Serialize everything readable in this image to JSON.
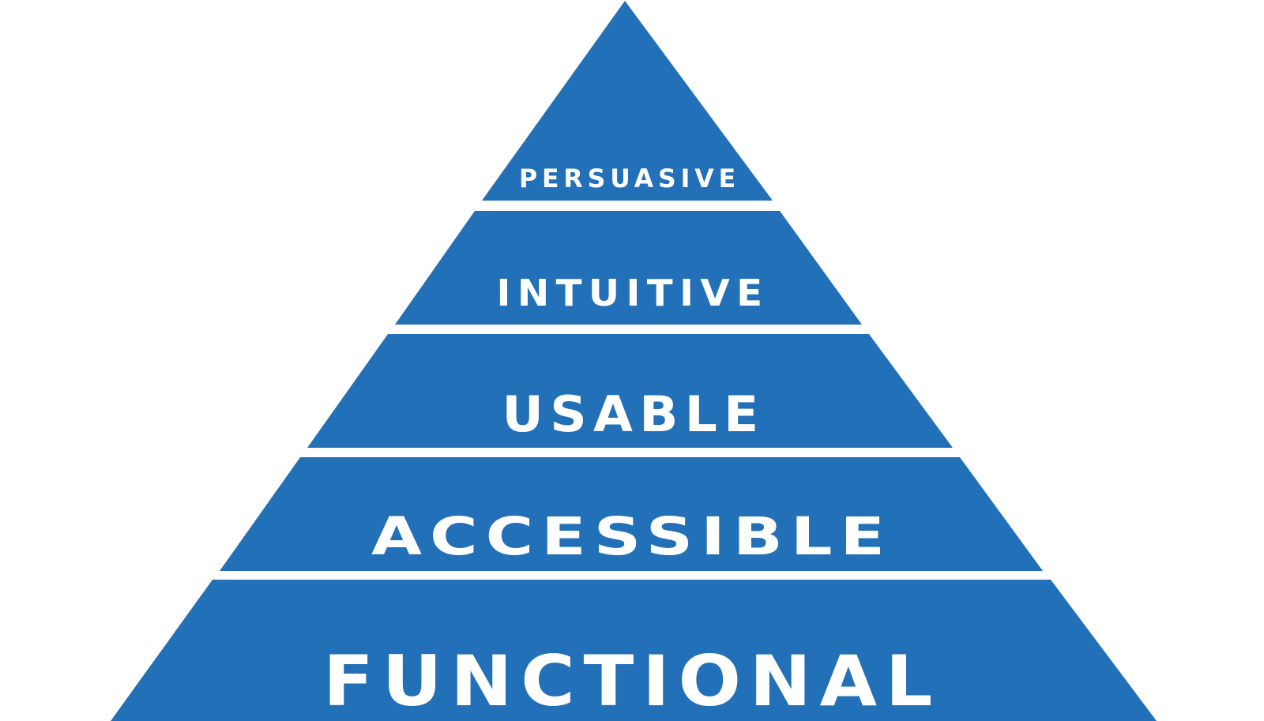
{
  "diagram": {
    "colors": {
      "tier_fill": "#2270b7",
      "label": "#ffffff",
      "background": "#ffffff"
    },
    "tiers": [
      {
        "label": "PERSUASIVE"
      },
      {
        "label": "INTUITIVE"
      },
      {
        "label": "USABLE"
      },
      {
        "label": "ACCESSIBLE"
      },
      {
        "label": "FUNCTIONAL"
      }
    ]
  }
}
